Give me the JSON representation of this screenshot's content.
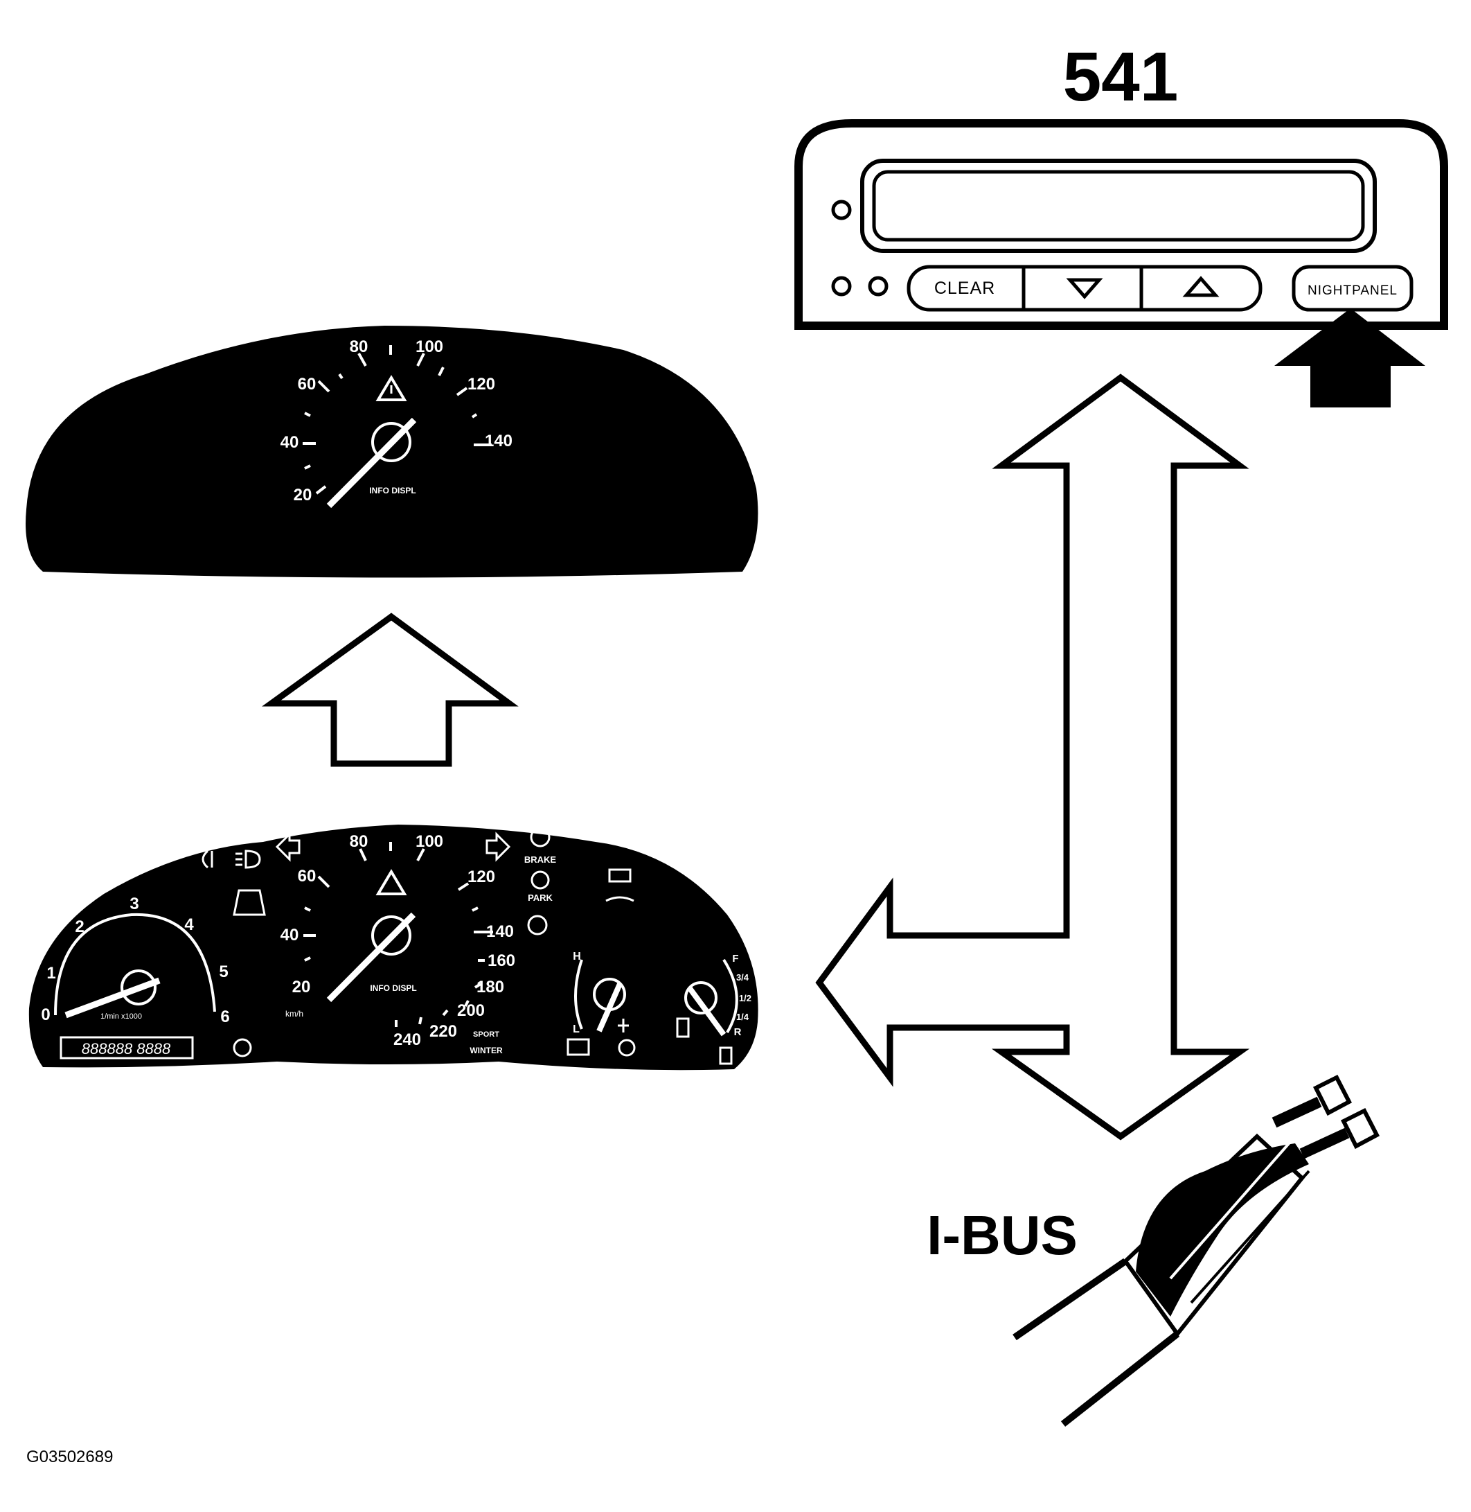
{
  "unit_number": "541",
  "bus_label": "I-BUS",
  "figure_id": "G03502689",
  "sid_panel": {
    "buttons": [
      "CLEAR",
      "▽",
      "△"
    ],
    "night_panel_label": "NIGHTPANEL"
  },
  "night_panel_cluster": {
    "speed_ticks": [
      "20",
      "40",
      "60",
      "80",
      "100",
      "120",
      "140"
    ],
    "info_label": "INFO DISPL"
  },
  "full_cluster": {
    "speed_ticks": [
      "20",
      "40",
      "60",
      "80",
      "100",
      "120",
      "140",
      "160",
      "180",
      "200",
      "220",
      "240"
    ],
    "rpm_ticks": [
      "0",
      "1",
      "2",
      "3",
      "4",
      "5",
      "6"
    ],
    "rpm_label": "1/min x1000",
    "speed_unit": "km/h",
    "info_label": "INFO DISPL",
    "odometer": "888888 8888",
    "warnings": {
      "brake": "BRAKE",
      "park": "PARK",
      "sport": "SPORT",
      "winter": "WINTER",
      "temp_h": "H",
      "temp_l": "L",
      "fuel_f": "F",
      "fuel_r": "R",
      "fuel_34": "3/4",
      "fuel_12": "1/2",
      "fuel_14": "1/4"
    }
  },
  "colors": {
    "ink": "#000000",
    "paper": "#ffffff"
  }
}
